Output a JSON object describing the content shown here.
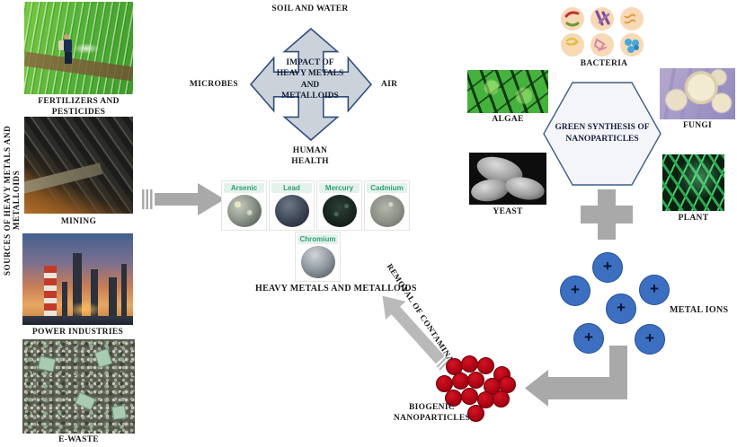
{
  "sources_panel": {
    "vertical_label": "SOURCES OF HEAVY METALS AND METALLOIDS",
    "items": [
      {
        "label": "FERTILIZERS AND PESTICIDES"
      },
      {
        "label": "MINING"
      },
      {
        "label": "POWER INDUSTRIES"
      },
      {
        "label": "E-WASTE"
      }
    ]
  },
  "impact_cross": {
    "center_label": "IMPACT OF HEAVY METALS AND METALLOIDS",
    "top_label": "SOIL AND WATER",
    "left_label": "MICROBES",
    "right_label": "AIR",
    "bottom_label": "HUMAN HEALTH"
  },
  "heavy_metals": {
    "caption": "HEAVY METALS AND METALLOIDS",
    "items": [
      {
        "name": "Arsenic"
      },
      {
        "name": "Lead"
      },
      {
        "name": "Mercury"
      },
      {
        "name": "Cadmium"
      },
      {
        "name": "Chromium"
      }
    ]
  },
  "green_synthesis": {
    "hexagon_label": "GREEN SYNTHESIS OF NANOPARTICLES",
    "agents": [
      {
        "label": "BACTERIA"
      },
      {
        "label": "ALGAE"
      },
      {
        "label": "FUNGI"
      },
      {
        "label": "YEAST"
      },
      {
        "label": "PLANT"
      }
    ]
  },
  "metal_ions": {
    "label": "METAL IONS",
    "ion_symbol": "+",
    "ion_count": 6
  },
  "biogenic_nanoparticles": {
    "label": "BIOGENIC NANOPARTICLES",
    "particle_count": 14
  },
  "removal_arrow_label": "REMOVAL OF CONTAMINANTS",
  "colors": {
    "arrow_gray": "#a9a9a9",
    "cross_fill": "#ccd2da",
    "cross_border": "#2f4e7d",
    "hexagon_border": "#3f5e85",
    "metal_ion_blue": "#3d6fc1",
    "nanoparticle_red": "#c00018",
    "metal_label_green": "#2f9e76",
    "metal_label_bg": "#e3f2ea"
  }
}
